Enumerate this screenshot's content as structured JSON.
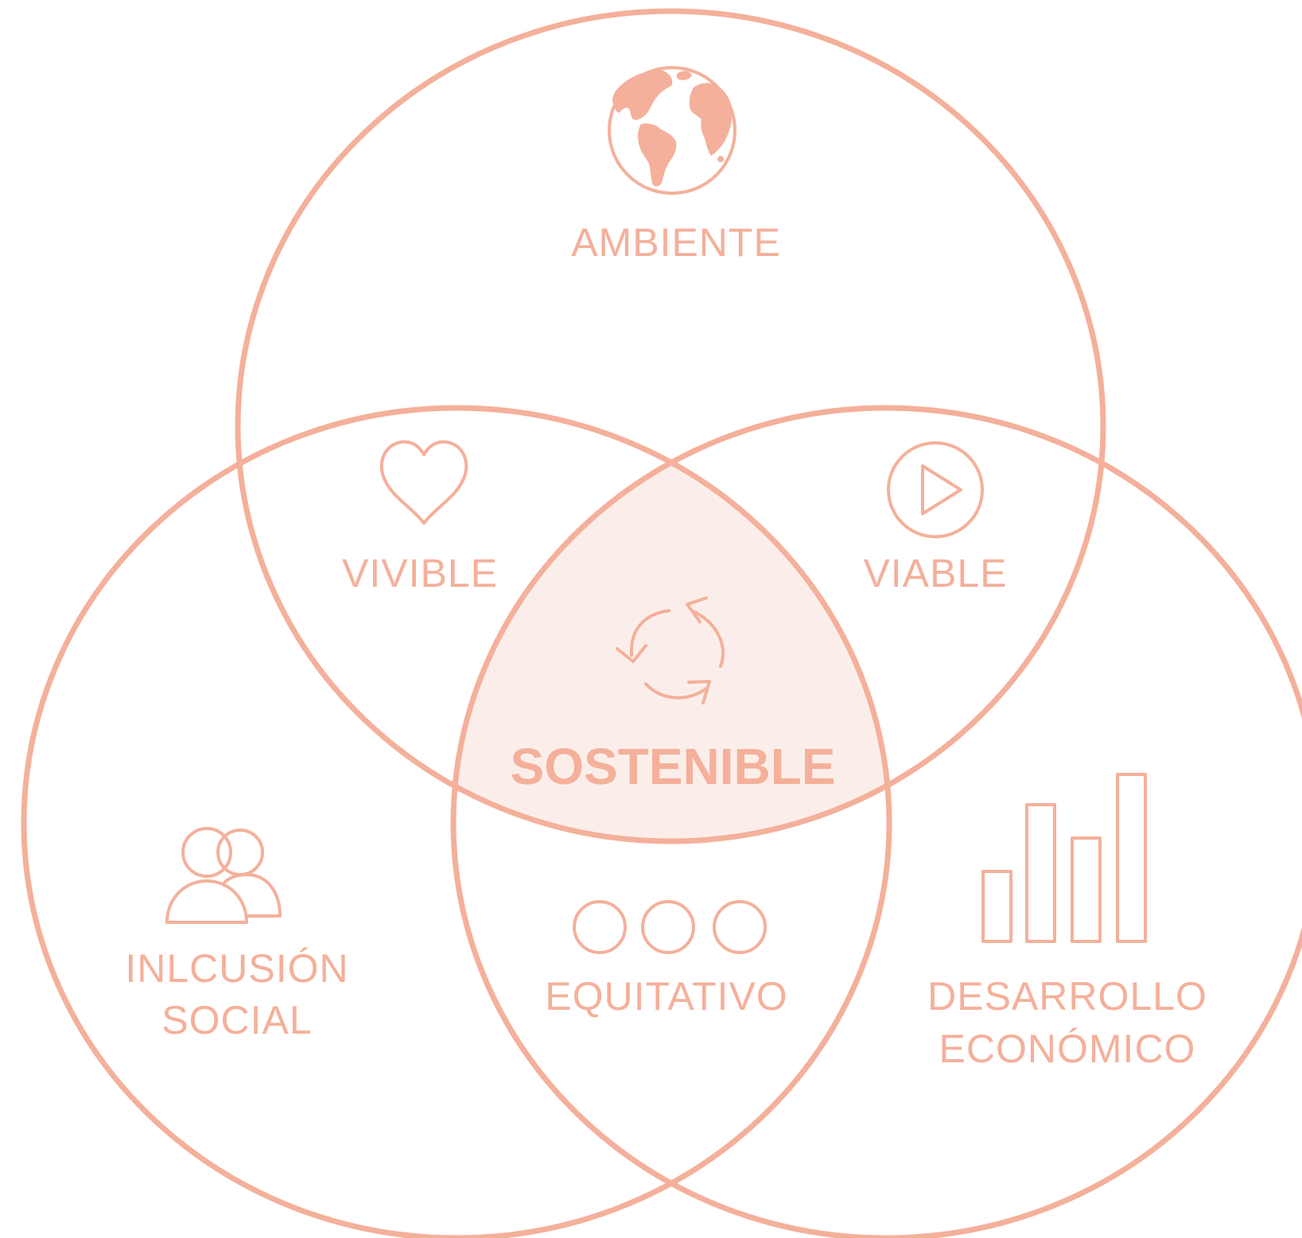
{
  "colors": {
    "accent": "#F4B09A",
    "center_fill": "#FBEEEA",
    "background": "#FFFFFF"
  },
  "sets": {
    "ambiente": {
      "label": "AMBIENTE",
      "icon": "globe-icon"
    },
    "inclusion_social": {
      "label_line1": "INLCUSIÓN",
      "label_line2": "SOCIAL",
      "icon": "people-icon"
    },
    "desarrollo_economico": {
      "label_line1": "DESARROLLO",
      "label_line2": "ECONÓMICO",
      "icon": "bar-chart-icon"
    }
  },
  "intersections": {
    "vivible": {
      "label": "VIVIBLE",
      "icon": "heart-icon"
    },
    "viable": {
      "label": "VIABLE",
      "icon": "play-circle-icon"
    },
    "equitativo": {
      "label": "EQUITATIVO",
      "icon": "three-circles-icon"
    },
    "sostenible": {
      "label": "SOSTENIBLE",
      "icon": "cycle-arrows-icon"
    }
  }
}
